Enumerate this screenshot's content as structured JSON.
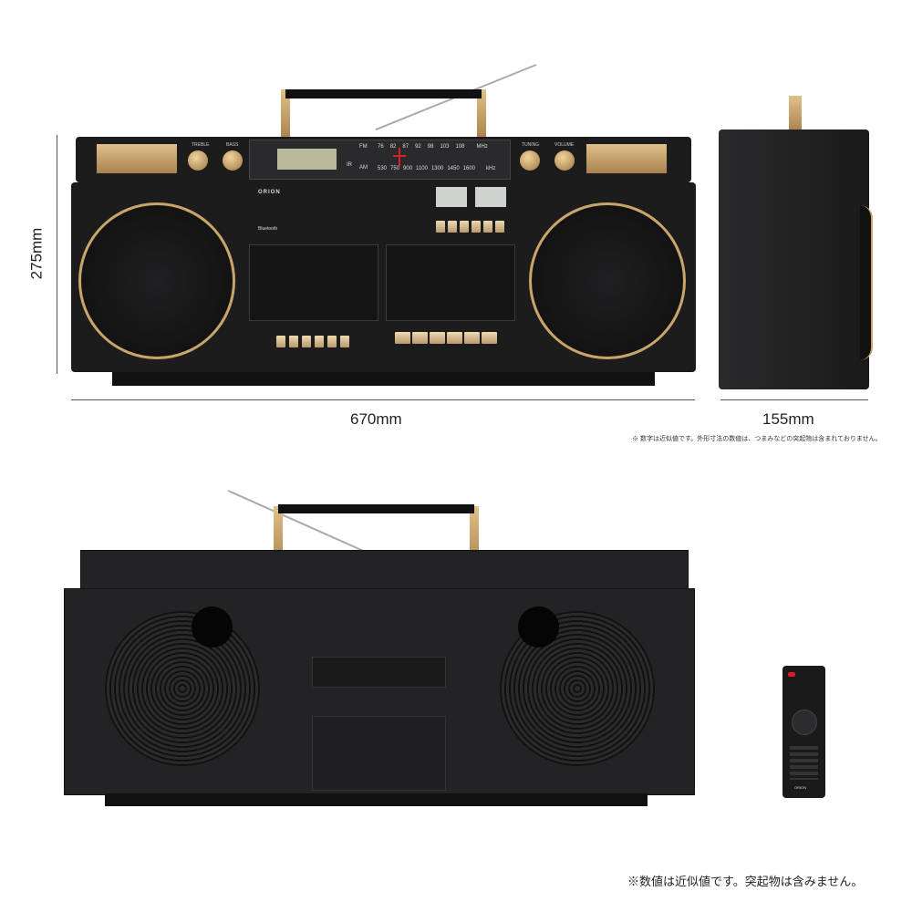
{
  "dimensions": {
    "height": "275mm",
    "width": "670mm",
    "depth": "155mm"
  },
  "notes": {
    "top": "※ 数字は近似値です。外形寸法の数値は、つまみなどの突起物は含まれておりません。",
    "bottom": "※数値は近似値です。突起物は含みません。"
  },
  "radio": {
    "brand": "ORION",
    "bluetooth": "Bluetooth",
    "knobs_left": [
      "TREBLE",
      "BASS"
    ],
    "knobs_right": [
      "TUNING",
      "VOLUME"
    ],
    "fm_label": "FM",
    "am_label": "AM",
    "ir_label": "IR",
    "fm_scale": [
      "76",
      "82",
      "87",
      "92",
      "98",
      "103",
      "108"
    ],
    "fm_unit": "MHz",
    "am_scale": [
      "530",
      "750",
      "900",
      "1100",
      "1300",
      "1450",
      "1600"
    ],
    "am_unit": "kHz"
  },
  "remote": {
    "brand": "ORION"
  },
  "colors": {
    "body": "#1c1c1d",
    "gold": "#c9a56a",
    "tuner_needle": "#d82020",
    "lcd": "#b8b89a"
  }
}
